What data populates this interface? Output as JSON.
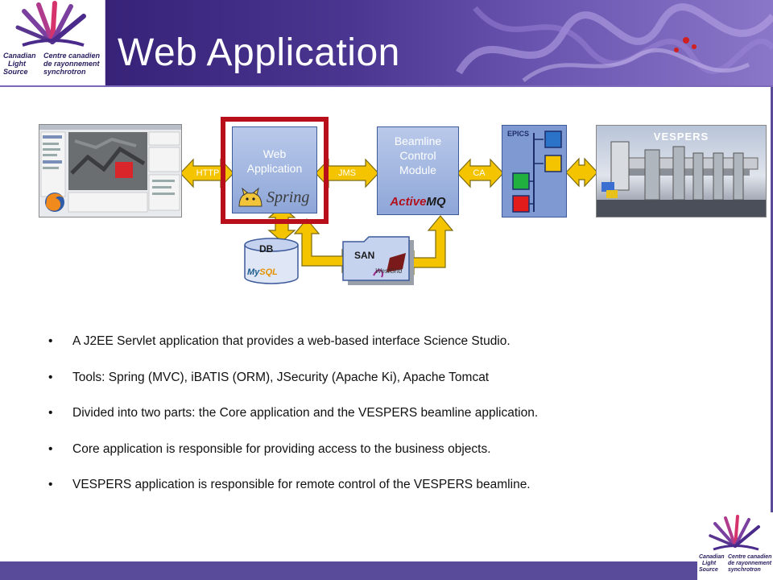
{
  "header": {
    "title": "Web Application",
    "logo": {
      "en_lines": [
        "Canadian",
        "Light",
        "Source"
      ],
      "fr_lines": [
        "Centre canadien",
        "de rayonnement",
        "synchrotron"
      ]
    }
  },
  "diagram": {
    "web_app_lines": [
      "Web",
      "Application"
    ],
    "spring_text": "Spring",
    "bcm_lines": [
      "Beamline",
      "Control",
      "Module"
    ],
    "activemq": {
      "part1": "Active",
      "part2": "MQ"
    },
    "epics_label": "EPICS",
    "vespers_label": "VESPERS",
    "http_label": "HTTP",
    "jms_label": "JMS",
    "ca_label": "CA",
    "db_label": "DB",
    "mysql": {
      "part1": "My",
      "part2": "SQL"
    },
    "san_label": "SAN",
    "westgrid_text": "WestGrid",
    "colors": {
      "highlight": "#b80f1a",
      "arrow_fill": "#f5c400",
      "epics_green": "#20b040",
      "epics_yellow": "#f5c400",
      "epics_red": "#e21b1b",
      "epics_blue": "#2a73c8"
    }
  },
  "bullets": [
    "A J2EE Servlet application that provides a web-based interface Science Studio.",
    "Tools: Spring (MVC), iBATIS (ORM), JSecurity (Apache Ki), Apache Tomcat",
    "Divided into two parts: the Core application and the VESPERS beamline application.",
    "Core application is responsible for providing access to the business objects.",
    "VESPERS application is responsible for remote control of the VESPERS beamline."
  ],
  "bullet_symbol": "•"
}
